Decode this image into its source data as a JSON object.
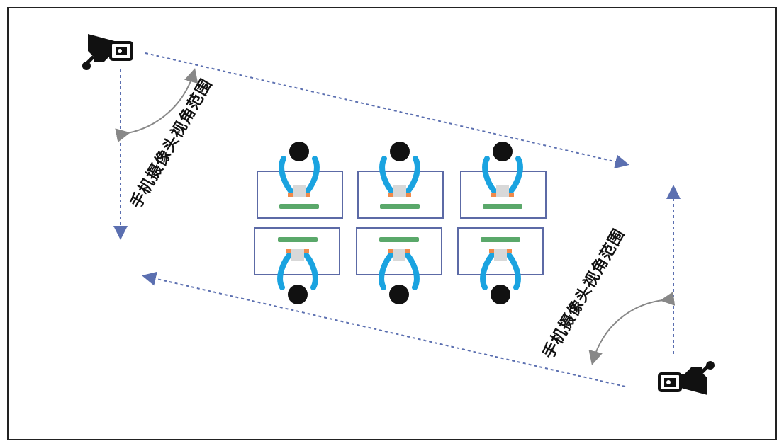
{
  "diagram": {
    "view_label_top": "手机摄像头视角范围",
    "view_label_bottom": "手机摄像头视角范围",
    "colors": {
      "border": "#222222",
      "dashed_line": "#5b6fb0",
      "desk_outline": "#5c6aa6",
      "person_arms": "#1aa3e0",
      "person_head": "#111111",
      "keyboard": "#5aa86a",
      "hands": "#f08a4b",
      "arc": "#888888"
    },
    "icons": [
      "camera-icon",
      "person-at-desk-icon"
    ],
    "desk_rows": 2,
    "desk_columns": 3
  }
}
